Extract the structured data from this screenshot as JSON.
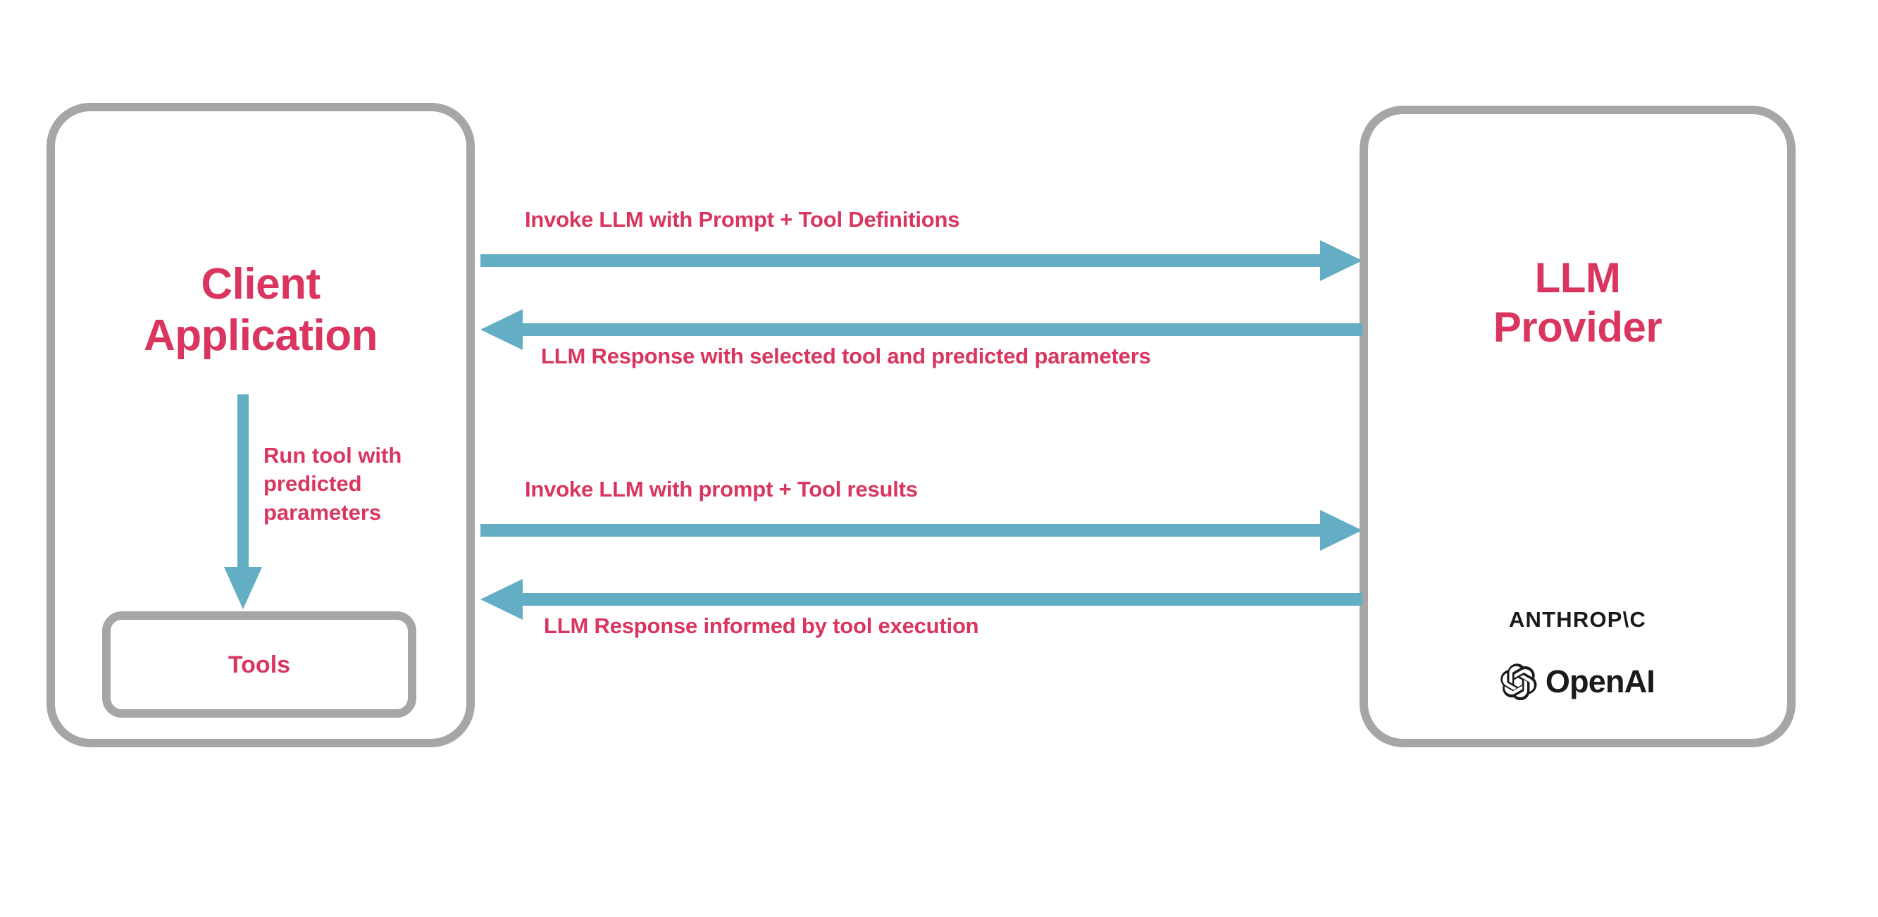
{
  "diagram": {
    "title": "LLM tool-calling interaction flow",
    "colors": {
      "accent_text": "#d9355f",
      "arrow": "#63aec4",
      "border": "#a6a6a6",
      "logo": "#1a1a1a",
      "background": "#ffffff"
    }
  },
  "client_node": {
    "title": "Client\nApplication",
    "inner_node": {
      "label": "Tools"
    },
    "internal_edge": {
      "label": "Run tool with\npredicted\nparameters",
      "direction": "down"
    }
  },
  "provider_node": {
    "title": "LLM\nProvider",
    "logos": [
      {
        "name": "anthropic-logo",
        "text": "ANTHROP\\C"
      },
      {
        "name": "openai-logo",
        "text": "OpenAI"
      }
    ]
  },
  "edges": [
    {
      "id": "edge-1",
      "label": "Invoke LLM with Prompt + Tool Definitions",
      "direction": "right",
      "from": "Client Application",
      "to": "LLM Provider"
    },
    {
      "id": "edge-2",
      "label": "LLM Response with selected tool and predicted parameters",
      "direction": "left",
      "from": "LLM Provider",
      "to": "Client Application"
    },
    {
      "id": "edge-3",
      "label": "Invoke LLM with prompt + Tool results",
      "direction": "right",
      "from": "Client Application",
      "to": "LLM Provider"
    },
    {
      "id": "edge-4",
      "label": "LLM Response informed by tool execution",
      "direction": "left",
      "from": "LLM Provider",
      "to": "Client Application"
    }
  ]
}
